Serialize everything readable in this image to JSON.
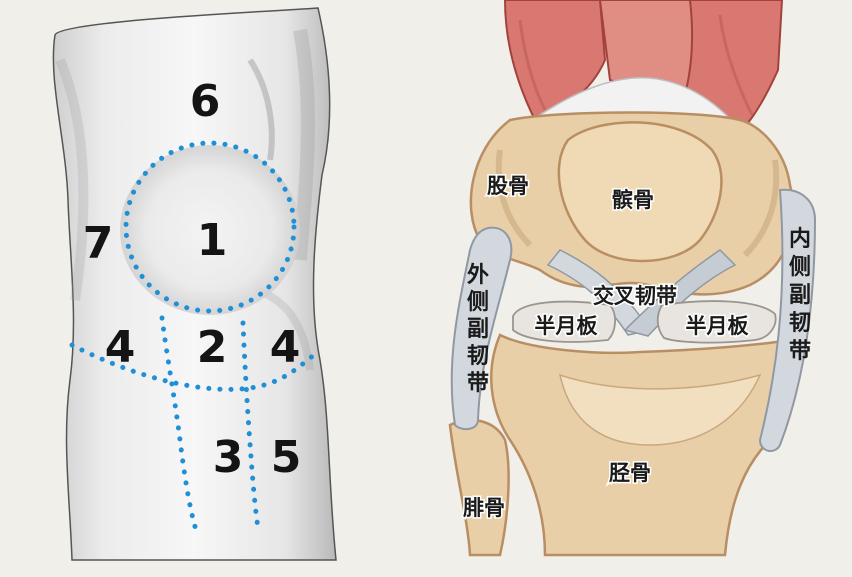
{
  "left_diagram": {
    "zones": {
      "z1": "1",
      "z2": "2",
      "z3": "3",
      "z4_left": "4",
      "z4_right": "4",
      "z5": "5",
      "z6": "6",
      "z7": "7"
    },
    "dot_color": "#1f8fd6"
  },
  "right_diagram": {
    "labels": {
      "femur": "股骨",
      "patella": "髌骨",
      "cruciate": "交叉韧带",
      "meniscus_left": "半月板",
      "meniscus_right": "半月板",
      "tibia": "胫骨",
      "fibula": "腓骨"
    },
    "lateral_collateral": [
      "外",
      "侧",
      "副",
      "韧",
      "带"
    ],
    "medial_collateral": [
      "内",
      "侧",
      "副",
      "韧",
      "带"
    ],
    "colors": {
      "muscle": "#d97870",
      "bone": "#e9cfa7",
      "bone_dark": "#b98e63",
      "ligament": "#d3d8de",
      "meniscus": "#e8e4df"
    }
  }
}
